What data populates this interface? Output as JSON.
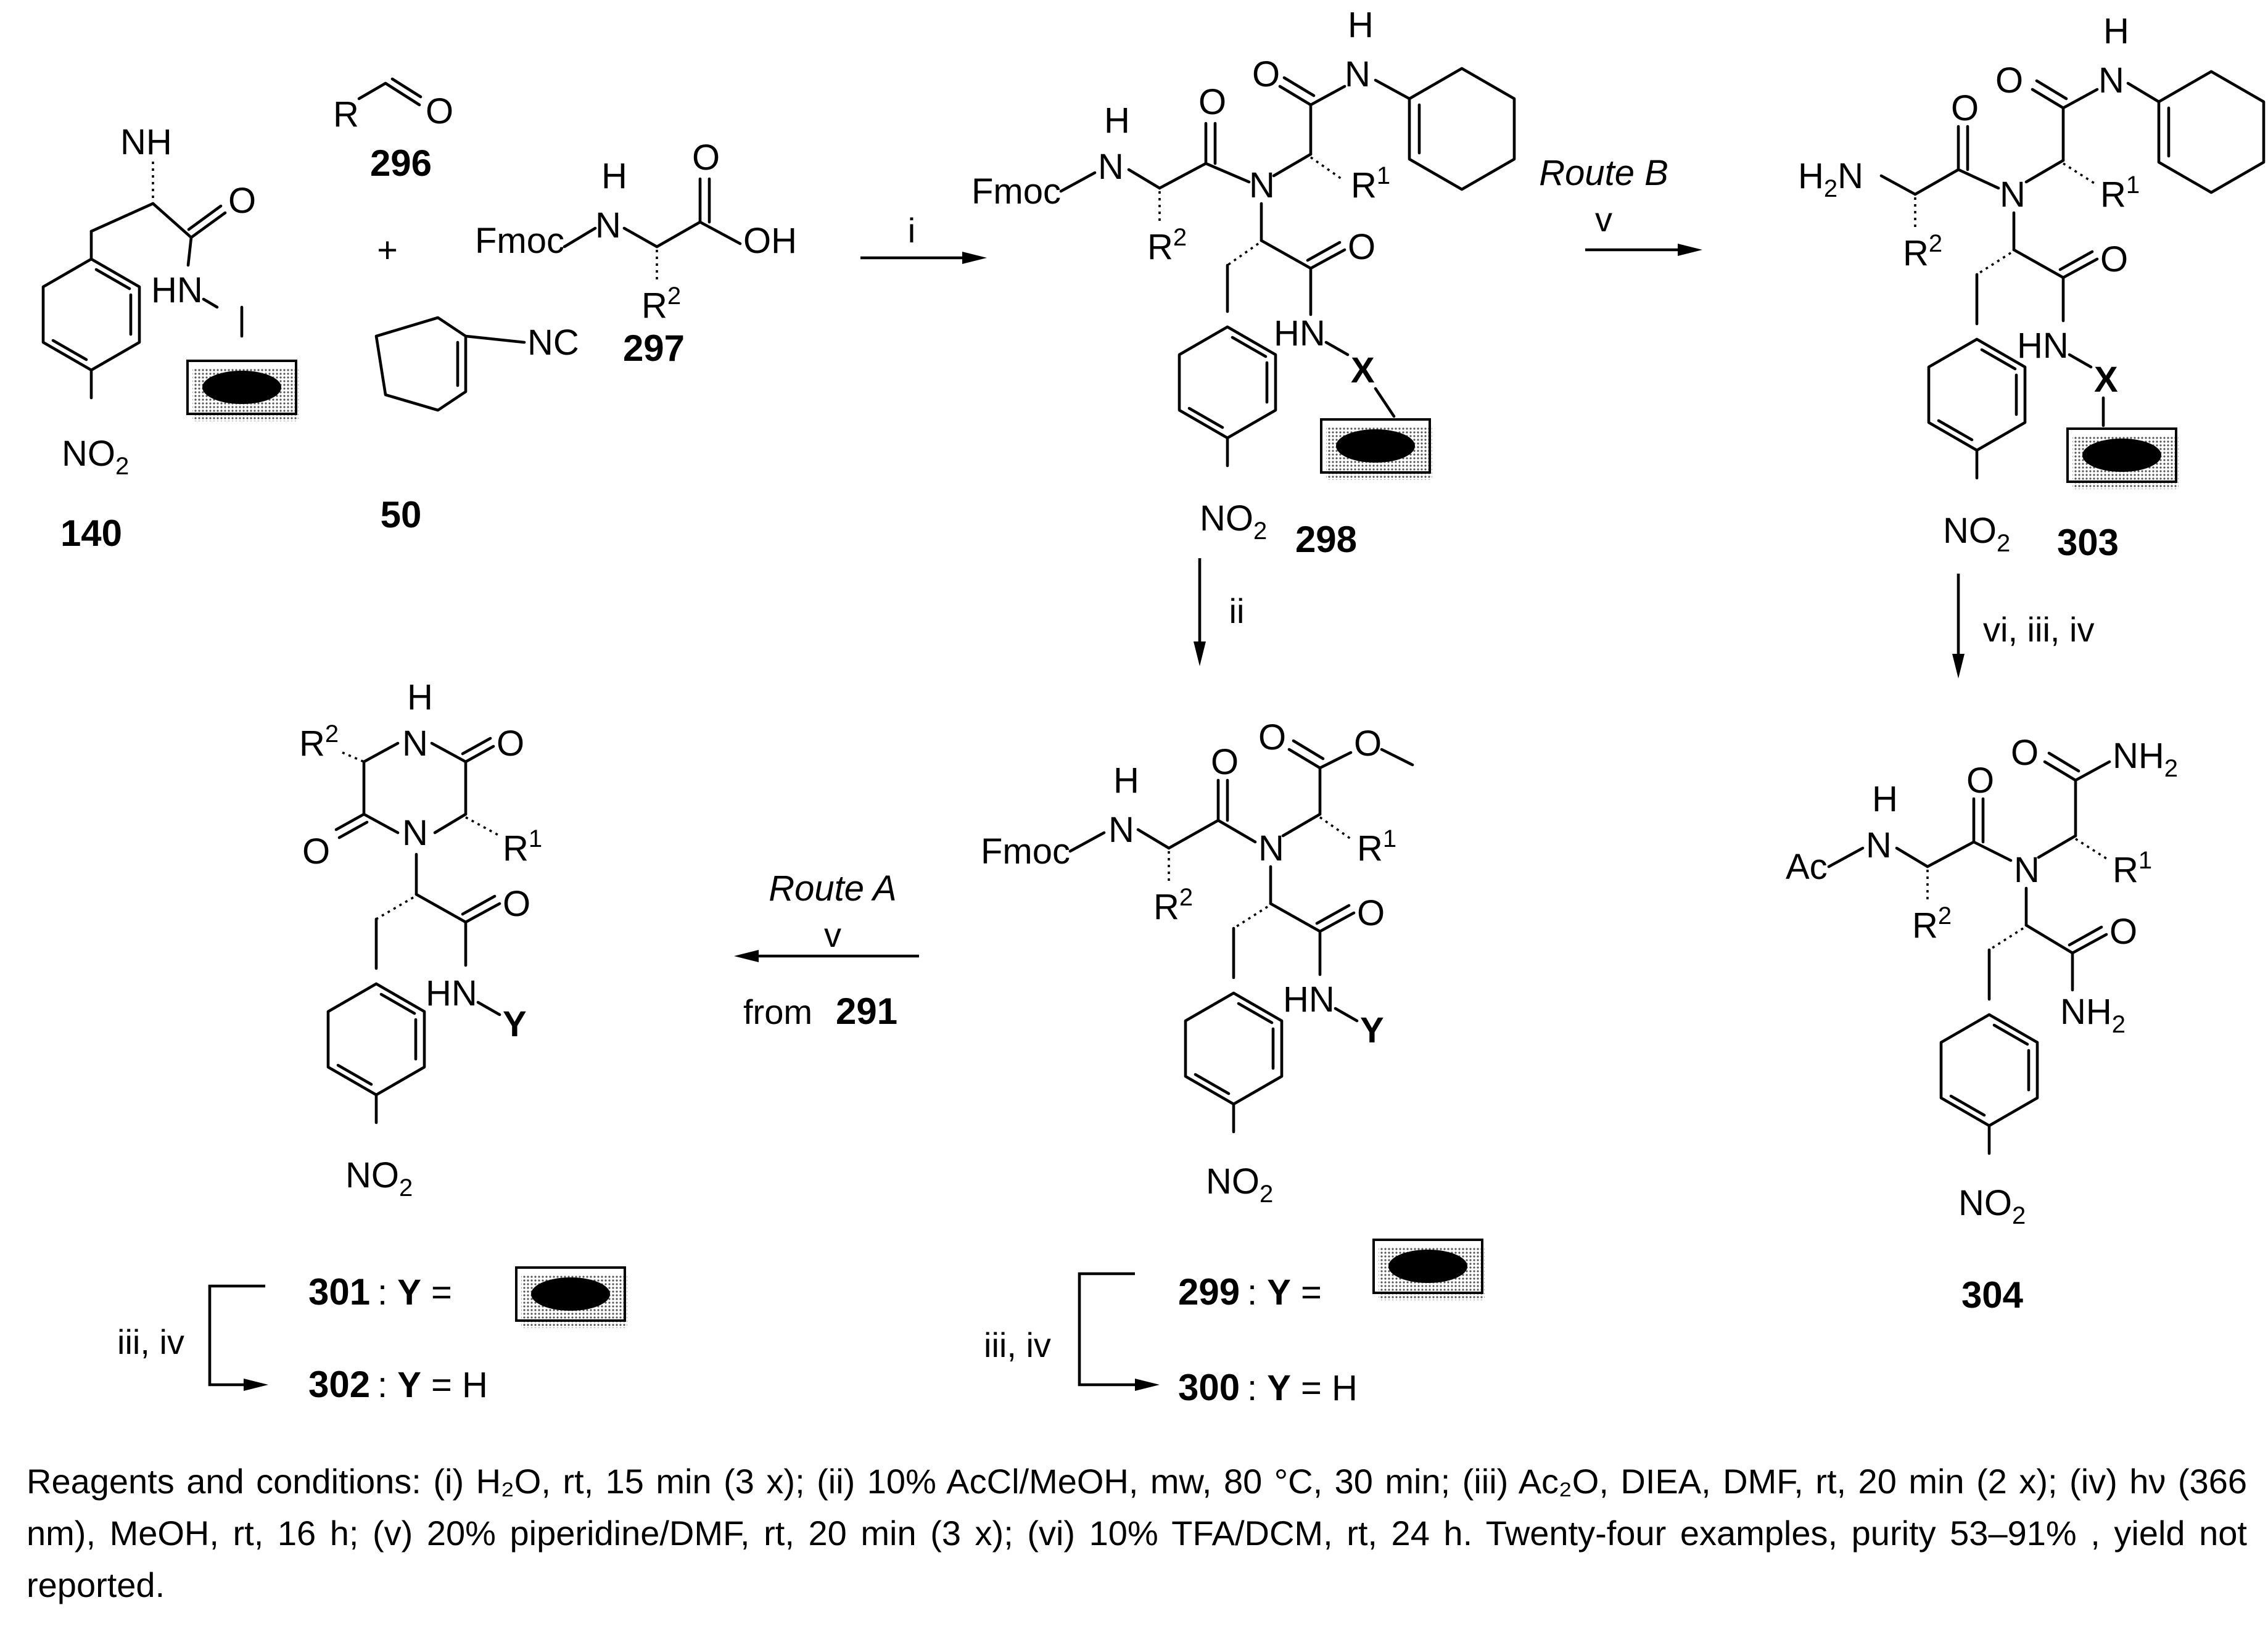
{
  "compounds": {
    "c140": "140",
    "c296": "296",
    "c297": "297",
    "c50": "50",
    "c298": "298",
    "c303": "303",
    "c299": "299",
    "c300": "300",
    "c301": "301",
    "c302": "302",
    "c304": "304",
    "c291": "291"
  },
  "conditions": {
    "step_i": "i",
    "step_ii": "ii",
    "step_v": "v",
    "step_vi_iii_iv": "vi, iii, iv",
    "step_iii_iv": "iii, iv",
    "route_a": "Route A",
    "route_b": "Route B",
    "from": "from",
    "plus": "+"
  },
  "footnote": {
    "line1": "Reagents and conditions: (i) H₂O, rt, 15 min (3 x); (ii) 10% AcCl/MeOH, mw, 80 °C, 30 min; (iii) Ac₂O, DIEA, DMF, rt, 20 min",
    "line2": "(2 x); (iv) hν (366 nm), MeOH, rt, 16 h; (v) 20% piperidine/DMF, rt, 20 min (3 x); (vi) 10% TFA/DCM, rt, 24 h. Twenty-four",
    "line3": "examples, purity 53–91% , yield not reported."
  }
}
